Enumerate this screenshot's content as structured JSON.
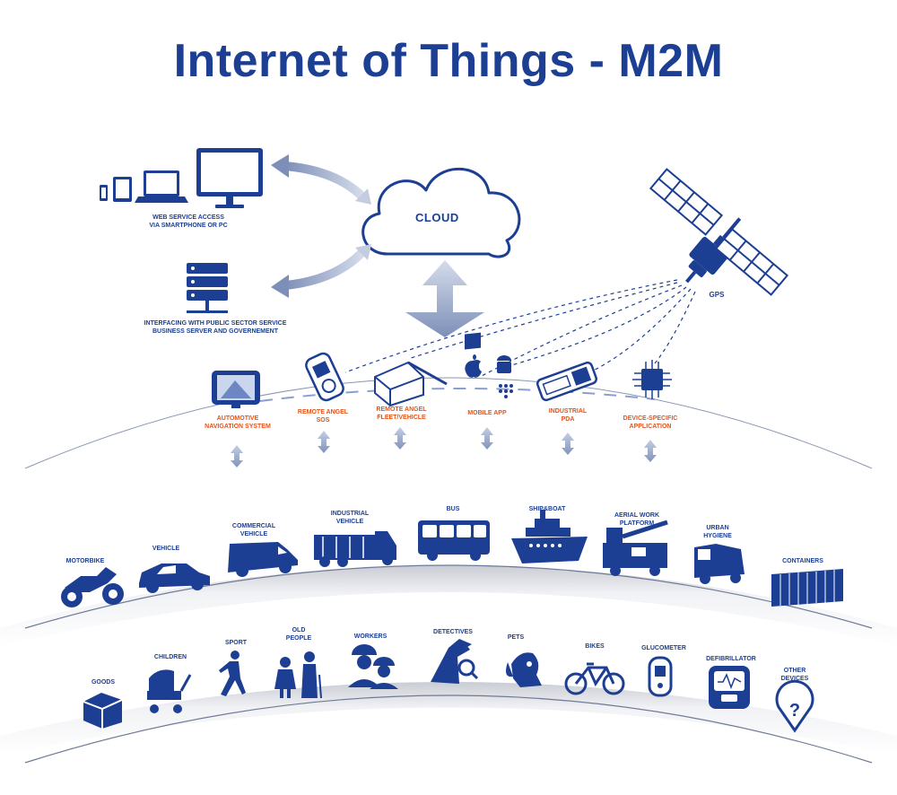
{
  "title": "Internet of Things - M2M",
  "colors": {
    "primary": "#1c3f94",
    "accent": "#e2541b",
    "arrow": "#9aa9c7",
    "line": "#5a74b0"
  },
  "top": {
    "cloud_label": "CLOUD",
    "web_access": "WEB SERVICE ACCESS\nVIA SMARTPHONE OR PC",
    "public_sector": "INTERFACING WITH PUBLIC SECTOR SERVICE\nBUSINESS SERVER AND GOVERNEMENT",
    "gps": "GPS"
  },
  "devices": [
    {
      "label": "AUTOMOTIVE\nNAVIGATION SYSTEM",
      "icon": "gps-navigator-icon"
    },
    {
      "label": "REMOTE ANGEL\nSOS",
      "icon": "sos-device-icon"
    },
    {
      "label": "REMOTE ANGEL\nFLEET/VEHICLE",
      "icon": "fleet-tracker-icon"
    },
    {
      "label": "MOBILE  APP",
      "icon": "mobile-platforms-icon"
    },
    {
      "label": "INDUSTRIAL\nPDA",
      "icon": "industrial-pda-icon"
    },
    {
      "label": "DEVICE-SPECIFIC\nAPPLICATION",
      "icon": "chip-icon"
    }
  ],
  "vehicles": [
    {
      "label": "MOTORBIKE",
      "icon": "motorbike-icon"
    },
    {
      "label": "VEHICLE",
      "icon": "car-icon"
    },
    {
      "label": "COMMERCIAL\nVEHICLE",
      "icon": "van-icon"
    },
    {
      "label": "INDUSTRIAL\nVEHICLE",
      "icon": "truck-icon"
    },
    {
      "label": "BUS",
      "icon": "bus-icon"
    },
    {
      "label": "SHIP&BOAT",
      "icon": "ship-icon"
    },
    {
      "label": "AERIAL WORK\nPLATFORM",
      "icon": "aerial-platform-icon"
    },
    {
      "label": "URBAN\nHYGIENE",
      "icon": "street-sweeper-icon"
    },
    {
      "label": "CONTAINERS",
      "icon": "container-icon"
    }
  ],
  "people": [
    {
      "label": "GOODS",
      "icon": "box-icon"
    },
    {
      "label": "CHILDREN",
      "icon": "stroller-icon"
    },
    {
      "label": "SPORT",
      "icon": "runner-icon"
    },
    {
      "label": "OLD\nPEOPLE",
      "icon": "elderly-couple-icon"
    },
    {
      "label": "WORKERS",
      "icon": "workers-icon"
    },
    {
      "label": "DETECTIVES",
      "icon": "detective-icon"
    },
    {
      "label": "PETS",
      "icon": "dog-icon"
    },
    {
      "label": "BIKES",
      "icon": "bicycle-icon"
    },
    {
      "label": "GLUCOMETER",
      "icon": "glucometer-icon"
    },
    {
      "label": "DEFIBRILLATOR",
      "icon": "defibrillator-icon"
    },
    {
      "label": "OTHER\nDEVICES",
      "icon": "question-pin-icon"
    }
  ]
}
